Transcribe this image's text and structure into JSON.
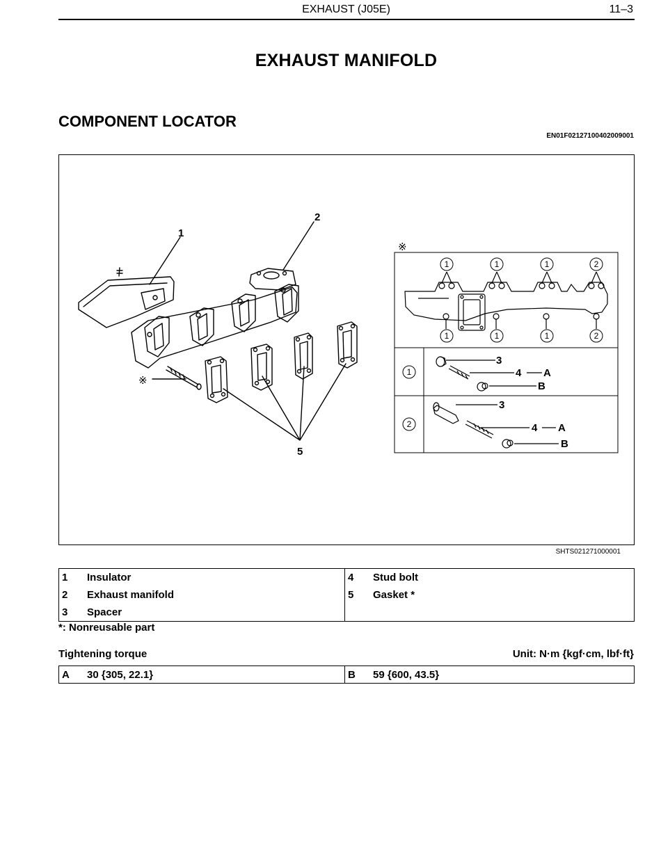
{
  "header": {
    "section": "EXHAUST (J05E)",
    "page": "11–3"
  },
  "page_title": "EXHAUST MANIFOLD",
  "section_title": "COMPONENT LOCATOR",
  "doc_id": "EN01F02127100402009001",
  "figure": {
    "id": "SHTS021271000001",
    "callouts": [
      "1",
      "2",
      "5"
    ],
    "note_mark": "※",
    "detail_markers": {
      "top": [
        "1",
        "1",
        "1",
        "2"
      ],
      "bottom": [
        "1",
        "1",
        "1",
        "2"
      ]
    },
    "detail_rows": [
      {
        "marker": "1",
        "labels": [
          "3",
          "4",
          "A",
          "B"
        ]
      },
      {
        "marker": "2",
        "labels": [
          "3",
          "4",
          "A",
          "B"
        ]
      }
    ]
  },
  "parts": [
    {
      "no": "1",
      "name": "Insulator"
    },
    {
      "no": "2",
      "name": "Exhaust manifold"
    },
    {
      "no": "3",
      "name": "Spacer"
    },
    {
      "no": "4",
      "name": "Stud bolt"
    },
    {
      "no": "5",
      "name": "Gasket *"
    }
  ],
  "nonreusable_note": "*: Nonreusable part",
  "torque": {
    "label": "Tightening torque",
    "unit": "Unit: N·m {kgf·cm, lbf·ft}",
    "values": [
      {
        "key": "A",
        "value": "30 {305, 22.1}"
      },
      {
        "key": "B",
        "value": "59 {600, 43.5}"
      }
    ]
  }
}
